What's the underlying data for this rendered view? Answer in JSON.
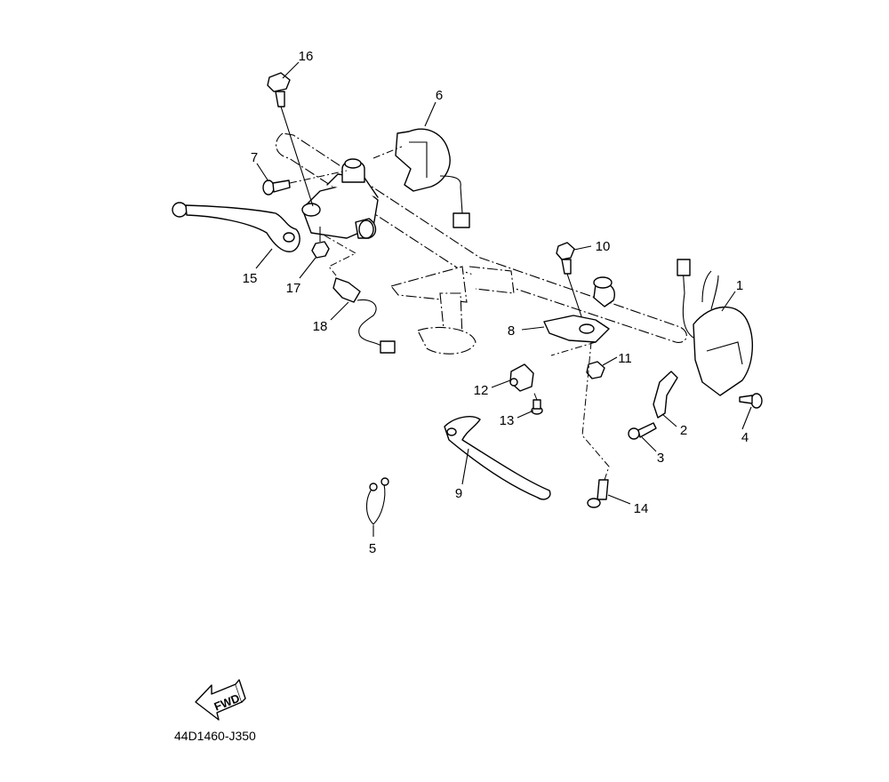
{
  "diagram": {
    "code": "44D1460-J350",
    "fwd_label": "FWD",
    "callouts": {
      "c1": "1",
      "c2": "2",
      "c3": "3",
      "c4": "4",
      "c5": "5",
      "c6": "6",
      "c7": "7",
      "c8": "8",
      "c9": "9",
      "c10": "10",
      "c11": "11",
      "c12": "12",
      "c13": "13",
      "c14": "14",
      "c15": "15",
      "c16": "16",
      "c17": "17",
      "c18": "18"
    }
  }
}
